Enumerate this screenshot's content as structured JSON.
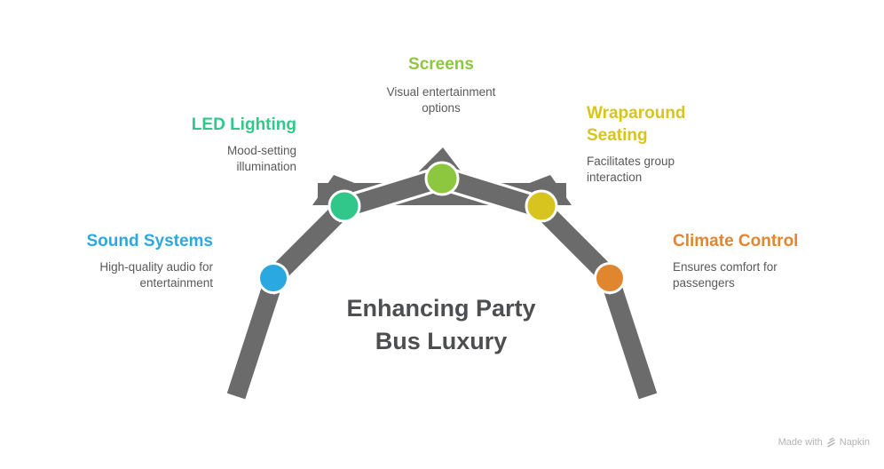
{
  "title": {
    "text": "Enhancing Party\nBus Luxury"
  },
  "items": [
    {
      "id": "sound-systems",
      "heading": "Sound Systems",
      "description": "High-quality audio for\nentertainment",
      "color": "#2AA9E0"
    },
    {
      "id": "led-lighting",
      "heading": "LED Lighting",
      "description": "Mood-setting\nillumination",
      "color": "#31C78B"
    },
    {
      "id": "screens",
      "heading": "Screens",
      "description": "Visual entertainment\noptions",
      "color": "#8DC63F"
    },
    {
      "id": "wraparound-seating",
      "heading": "Wraparound\nSeating",
      "description": "Facilitates group\ninteraction",
      "color": "#D8C41E"
    },
    {
      "id": "climate-control",
      "heading": "Climate Control",
      "description": "Ensures comfort for\npassengers",
      "color": "#E0862F"
    }
  ],
  "credit": {
    "prefix": "Made with",
    "brand": "Napkin"
  },
  "colors": {
    "segment": "#6B6B6B",
    "title_text": "#4D4E50",
    "body_text": "#58595B",
    "circle_ring": "#FFFFFF",
    "credit_text": "#B3B3B6"
  }
}
